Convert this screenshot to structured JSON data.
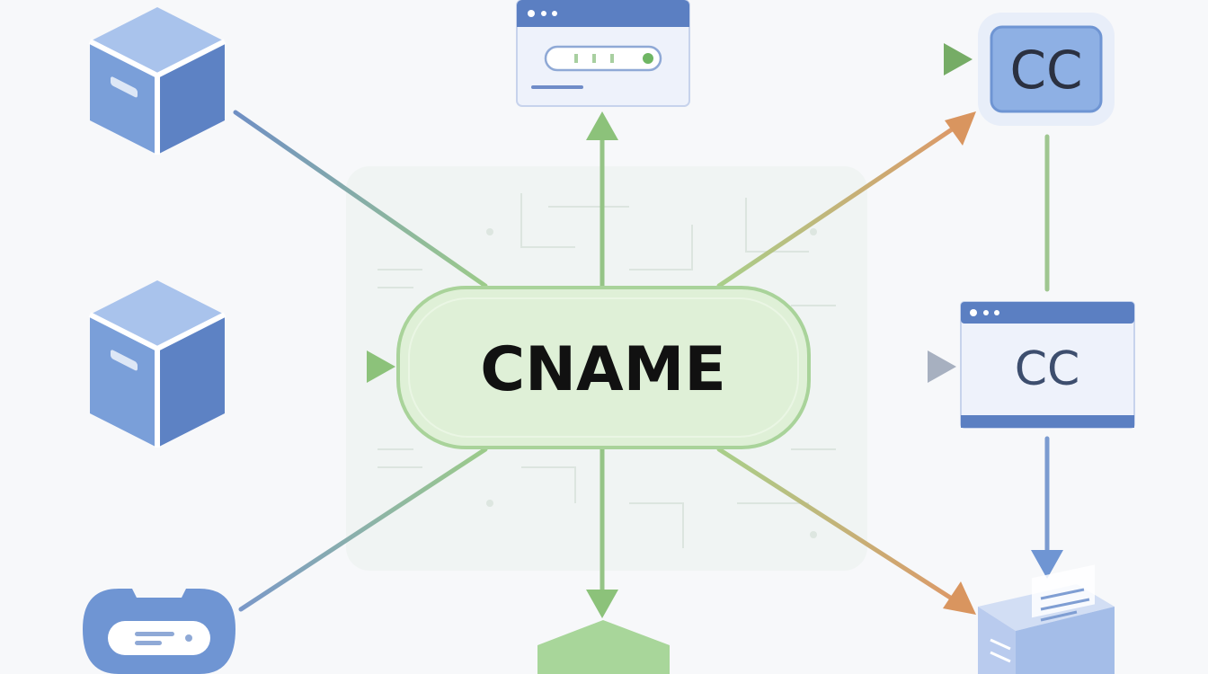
{
  "diagram": {
    "center_label": "CNAME",
    "top_right_label": "CC",
    "middle_right_label": "CC"
  },
  "colors": {
    "background": "#f7f8fa",
    "blue_primary": "#6f95d3",
    "blue_dark": "#4c72b8",
    "blue_light": "#a9c2ea",
    "green_primary": "#8cbf7d",
    "green_light": "#e3f2dd",
    "orange_arrow": "#d79a6a",
    "gray_arrow": "#aab3c2"
  },
  "icons": {
    "left_top": "box-icon",
    "left_middle": "box-icon",
    "left_bottom": "toggle-device-icon",
    "top_center": "browser-window-icon",
    "bottom_center": "hexagon-icon",
    "bottom_right": "document-box-icon"
  }
}
